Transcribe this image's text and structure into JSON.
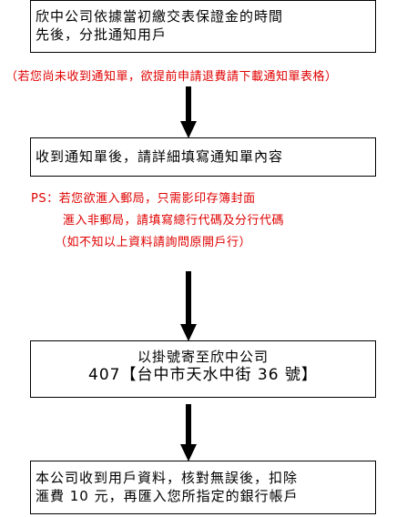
{
  "steps": [
    {
      "lines": [
        "欣中公司依據當初繳交表保證金的時間",
        "先後，分批通知用戶"
      ]
    },
    {
      "lines": [
        "收到通知單後，請詳細填寫通知單內容"
      ]
    },
    {
      "lines": [
        "以掛號寄至欣中公司",
        "407【台中市天水中街 36 號】"
      ]
    },
    {
      "lines": [
        "本公司收到用戶資料，核對無誤後，扣除",
        "滙費 10 元，再匯入您所指定的銀行帳戶"
      ]
    }
  ],
  "notes": {
    "download_note": "（若您尚未收到通知單，欲提前申請退費請下載通知單表格）",
    "ps_lines": [
      "PS：若您欲滙入郵局，只需影印存簿封面",
      "滙入非郵局，請填寫總行代碼及分行代碼",
      "（如不知以上資料請詢問原開戶行）"
    ]
  },
  "colors": {
    "note_text": "#e00000",
    "border": "#000000",
    "arrow": "#000000"
  }
}
